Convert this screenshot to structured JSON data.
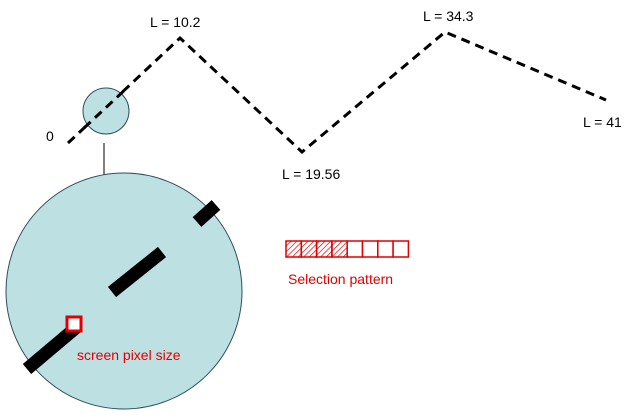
{
  "labels": {
    "start": "0",
    "l1": "L = 10.2",
    "l2": "L = 19.56",
    "l3": "L = 34.3",
    "l4": "L = 41",
    "pixel_size": "screen pixel size",
    "selection_pattern": "Selection pattern"
  },
  "selection_pattern": {
    "cells": [
      true,
      true,
      true,
      true,
      false,
      false,
      false,
      false
    ]
  },
  "colors": {
    "circle_fill": "#BDE0E3",
    "circle_stroke": "#2F4F5A",
    "line": "#000000",
    "highlight": "#E00000"
  }
}
